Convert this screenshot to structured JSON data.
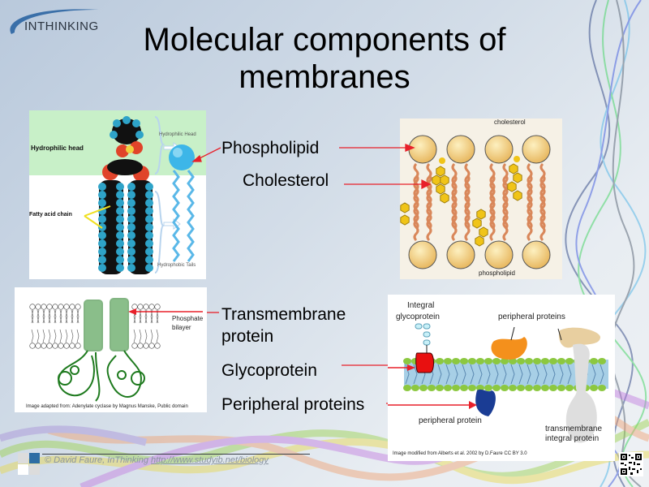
{
  "logo": {
    "text": "INTHINKING"
  },
  "title": {
    "line1": "Molecular components of",
    "line2": "membranes"
  },
  "labels": {
    "phospholipid": "Phospholipid",
    "cholesterol": "Cholesterol",
    "transmembrane_line1": "Transmembrane",
    "transmembrane_line2": "protein",
    "glycoprotein": "Glycoprotein",
    "peripheral": "Peripheral proteins"
  },
  "image1": {
    "hydrophilic_head_left": "Hydrophilic head",
    "fatty_acid_chain": "Fatty acid chain",
    "hydrophilic_head_right": "Hydrophilic Head",
    "hydrophobic_tails": "Hydrophobic Tails"
  },
  "image2": {
    "cholesterol": "cholesterol",
    "phospholipid": "phospholipid"
  },
  "image3": {
    "phosphate_line1": "Phosphate",
    "phosphate_line2": "bilayer",
    "credit": "Image adapted from: Adenylate cyclase by Magnus Manske, Public domain"
  },
  "image4": {
    "integral_line1": "Integral",
    "integral_line2": "glycoprotein",
    "peripheral_proteins": "peripheral proteins",
    "peripheral_protein": "peripheral protein",
    "transmembrane_line1": "transmembrane",
    "transmembrane_line2": "integral  protein",
    "credit": "Image modified from Alberts et al. 2002 by D.Faure CC BY 3.0"
  },
  "footer": {
    "copyright": "© David Faure, InThinking ",
    "link": "http://www.studyib.net/biology"
  },
  "colors": {
    "arrow": "#e8202a",
    "accent_blue": "#2e6da4"
  }
}
